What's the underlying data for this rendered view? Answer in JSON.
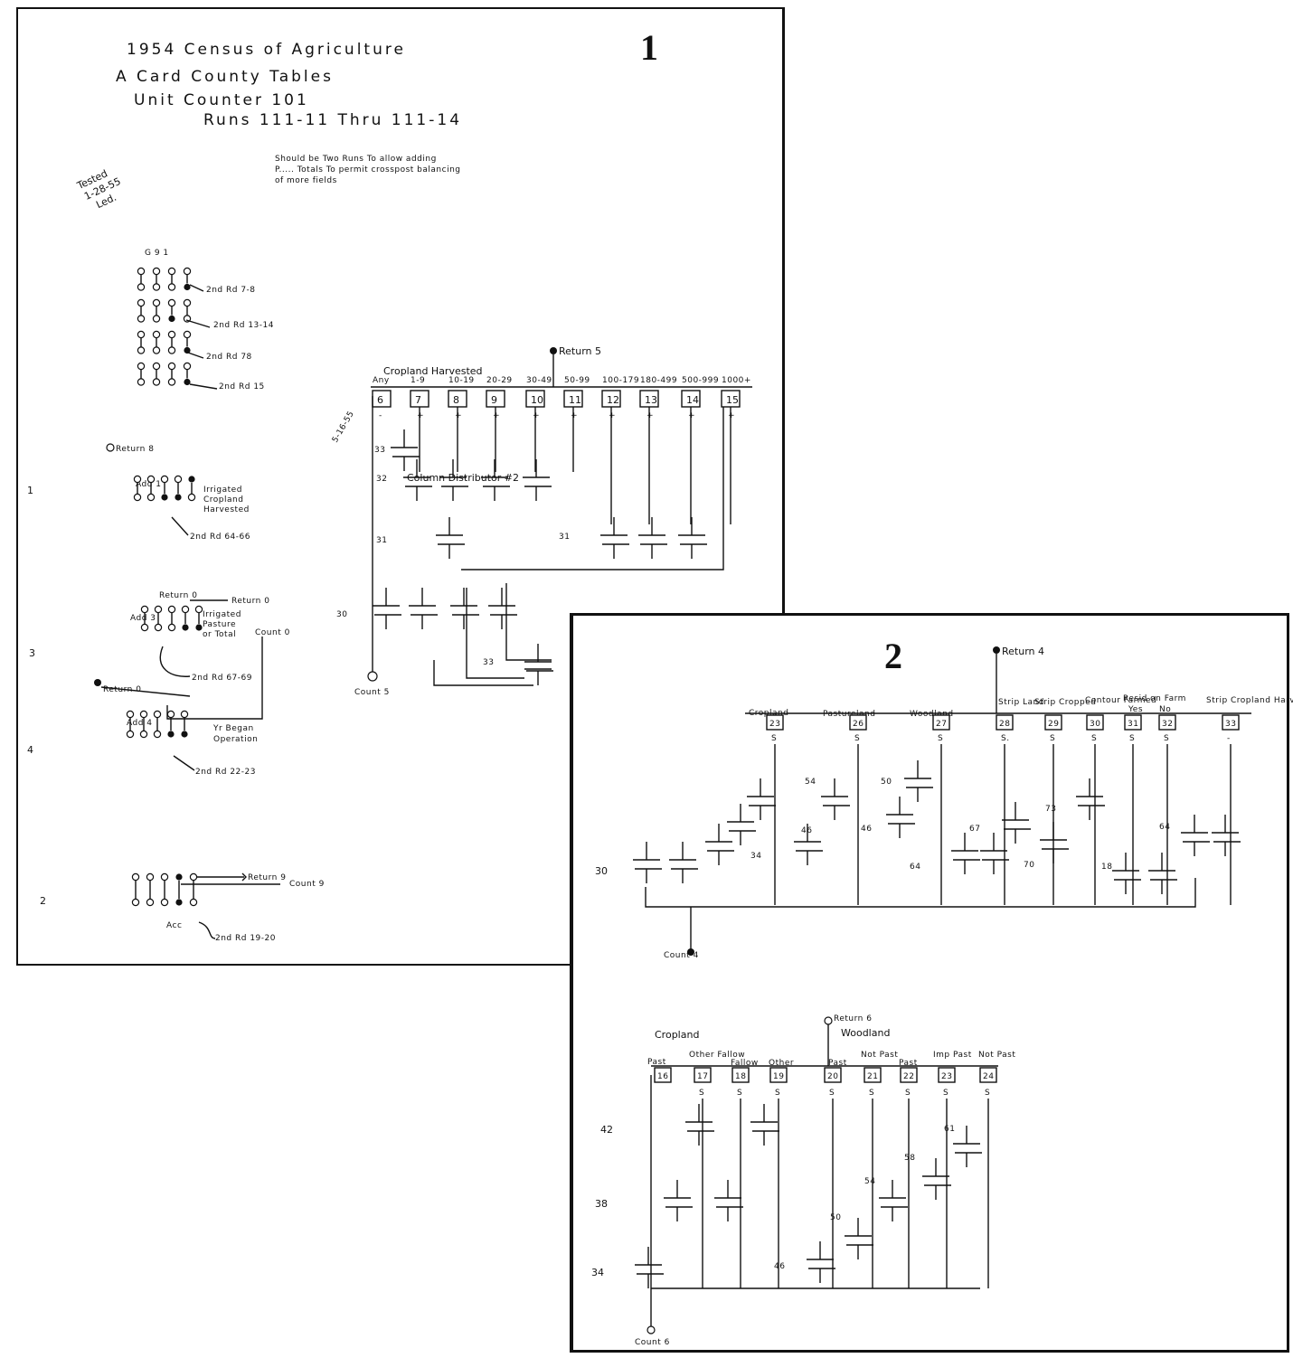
{
  "sheet1": {
    "number": "1",
    "title": [
      "1954 Census of Agriculture",
      "A Card County Tables",
      "Unit Counter 101",
      "Runs 111-11 Thru 111-14"
    ],
    "note": [
      "Should be Two Runs To allow adding",
      "P..... Totals To permit crosspost balancing",
      "of more fields"
    ],
    "tested": [
      "Tested",
      "1-28-55",
      "Led."
    ],
    "hub_labels": [
      "2nd Rd 7-8",
      "2nd Rd 13-14",
      "2nd Rd 78",
      "2nd Rd 15",
      "G 9 1",
      "Return 8",
      "Add 1",
      "Irrigated",
      "Cropland",
      "Harvested",
      "2nd Rd 64-66",
      "Return 0",
      "Add 3",
      "Irrigated",
      "Pasture",
      "or Total",
      "Count 0",
      "2nd Rd 67-69",
      "Return 0",
      "Add 4",
      "Yr Began",
      "Operation",
      "2nd Rd 22-23",
      "Return 9",
      "Count 9",
      "Acc",
      "2nd Rd 19-20"
    ],
    "row_nums": [
      "1",
      "3",
      "4",
      "2"
    ],
    "cropland_title": "Cropland Harvested",
    "return_top": "Return 5",
    "headers": [
      "Any",
      "1-9",
      "10-19",
      "20-29",
      "30-49",
      "50-99",
      "100-179",
      "180-499",
      "500-999",
      "1000+"
    ],
    "boxes": [
      "6",
      "7",
      "8",
      "9",
      "10",
      "11",
      "12",
      "13",
      "14",
      "15"
    ],
    "signs": [
      "-",
      "+",
      "+",
      "+",
      "+",
      "+",
      "+",
      "+",
      "+",
      "+"
    ],
    "column_dist": "Column Distributor #2",
    "side_date": "5-16-55",
    "rows": [
      "33",
      "32",
      "31",
      "31",
      "30",
      "33"
    ],
    "count_label": "Count 5"
  },
  "sheet2": {
    "number": "2",
    "return_top": "Return 4",
    "headers_top": [
      "Cropland",
      "Pastureland",
      "Woodland",
      "Strip Land",
      "Strip Cropped",
      "Contour Farmed",
      "Resid on Farm",
      "Yes",
      "No",
      "Strip Cropland Harv"
    ],
    "boxes_top": [
      "23",
      "26",
      "27",
      "28",
      "29",
      "30",
      "31",
      "32",
      "33"
    ],
    "signs_top": [
      "S",
      "S",
      "S",
      "S.",
      "S",
      "S",
      "S",
      "S",
      "-"
    ],
    "row_labels_top": [
      "30",
      "34",
      "54",
      "46",
      "50",
      "46",
      "64",
      "67",
      "73",
      "70",
      "18",
      "64"
    ],
    "count_top": "Count 4",
    "return_bottom": "Return 6",
    "group_bottom": [
      "Cropland",
      "Woodland"
    ],
    "headers_bottom": [
      "Past",
      "Other Fallow",
      "Fallow",
      "Other",
      "Past",
      "Not Past",
      "Past",
      "Imp Past",
      "Not Past"
    ],
    "boxes_bottom": [
      "16",
      "17",
      "18",
      "19",
      "20",
      "21",
      "22",
      "23",
      "24"
    ],
    "signs_bottom": [
      "S",
      "S",
      "S",
      "S",
      "S",
      "S",
      "S",
      "S"
    ],
    "row_labels_bottom": [
      "42",
      "38",
      "34",
      "46",
      "50",
      "54",
      "58",
      "61"
    ],
    "count_bottom": "Count 6"
  }
}
